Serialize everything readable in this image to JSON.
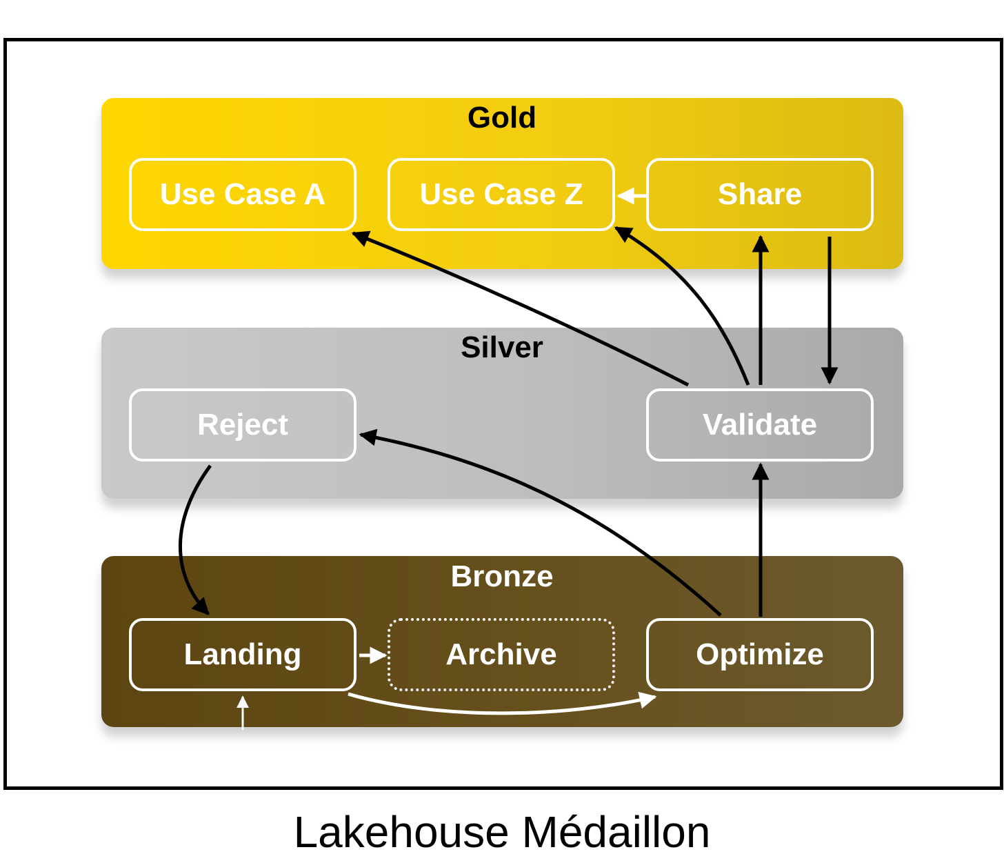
{
  "layers": {
    "gold": {
      "title": "Gold",
      "title_color": "#000000",
      "color": "#f4cf0c"
    },
    "silver": {
      "title": "Silver",
      "title_color": "#000000",
      "color": "#bcbcbc"
    },
    "bronze": {
      "title": "Bronze",
      "title_color": "#ffffff",
      "color": "#62491a"
    }
  },
  "nodes": {
    "use_case_a": "Use Case A",
    "use_case_z": "Use Case Z",
    "share": "Share",
    "reject": "Reject",
    "validate": "Validate",
    "landing": "Landing",
    "archive": "Archive",
    "optimize": "Optimize"
  },
  "caption": "Lakehouse Médaillon"
}
